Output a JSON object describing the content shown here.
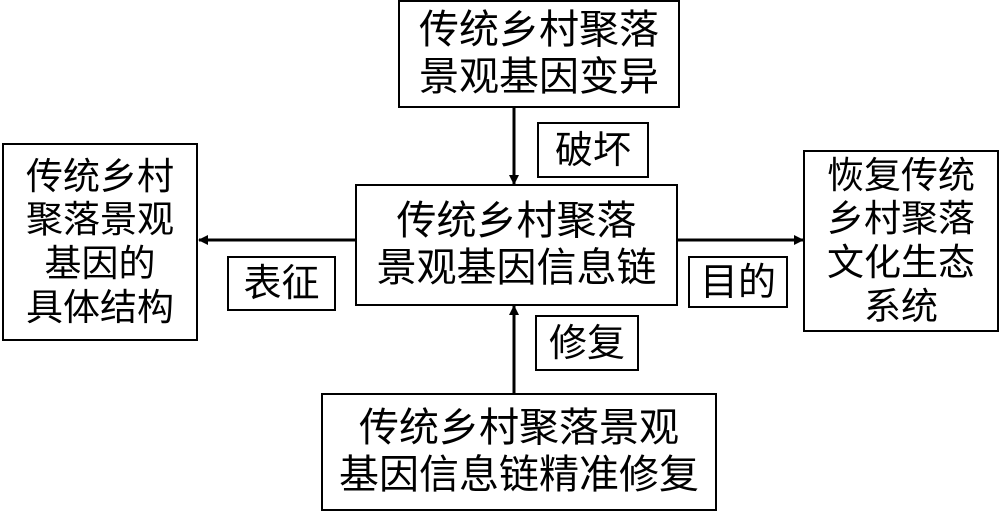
{
  "nodes": {
    "top": {
      "lines": [
        "传统乡村聚落",
        "景观基因变异"
      ]
    },
    "center": {
      "lines": [
        "传统乡村聚落",
        "景观基因信息链"
      ]
    },
    "bottom": {
      "lines": [
        "传统乡村聚落景观",
        "基因信息链精准修复"
      ]
    },
    "left": {
      "lines": [
        "传统乡村",
        "聚落景观",
        "基因的",
        "具体结构"
      ]
    },
    "right": {
      "lines": [
        "恢复传统",
        "乡村聚落",
        "文化生态",
        "系统"
      ]
    }
  },
  "edge_labels": {
    "destroy": "破坏",
    "repair": "修复",
    "represent": "表征",
    "goal": "目的"
  }
}
